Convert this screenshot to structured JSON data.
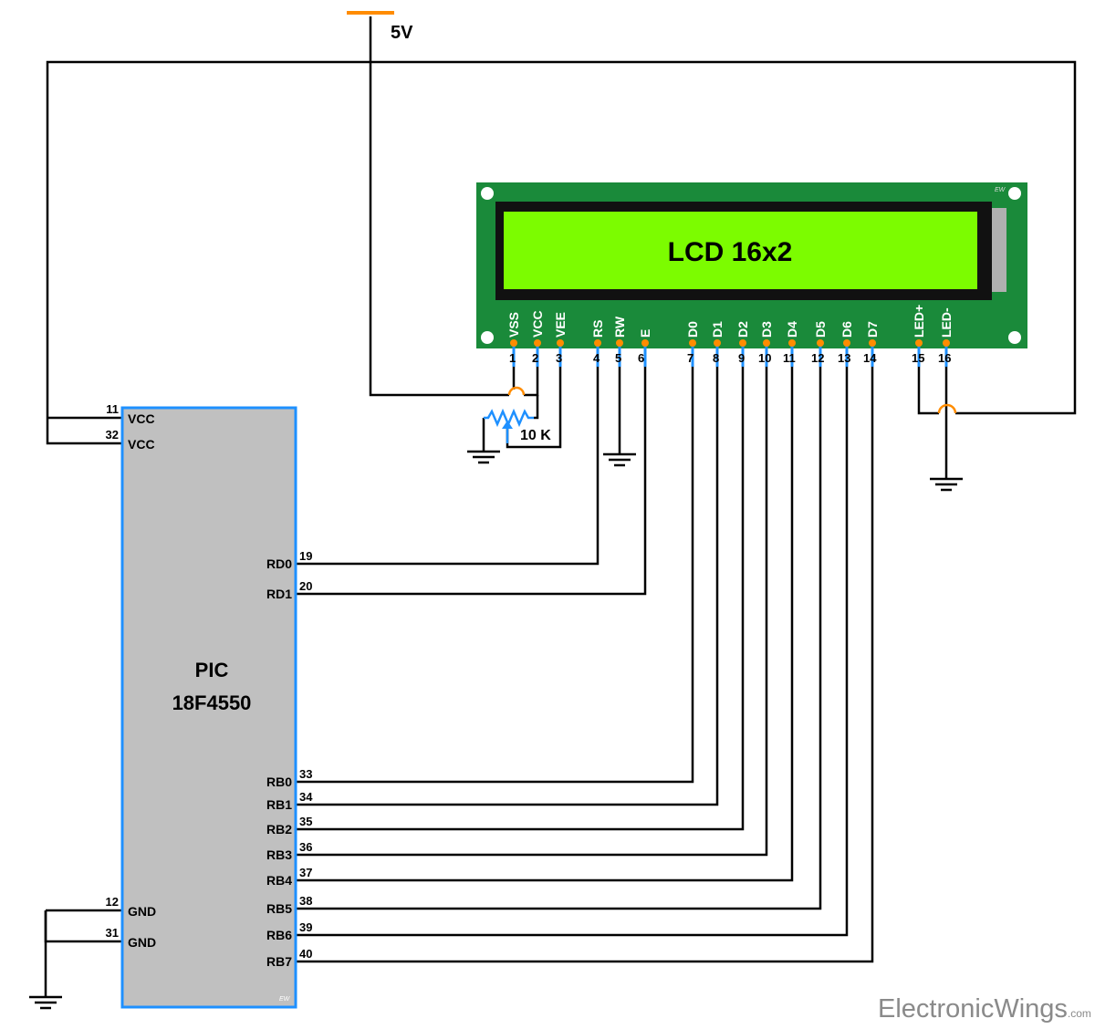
{
  "supply_label": "5V",
  "lcd": {
    "title": "LCD 16x2",
    "badge": "EW",
    "pins": [
      {
        "num": "1",
        "name": "VSS"
      },
      {
        "num": "2",
        "name": "VCC"
      },
      {
        "num": "3",
        "name": "VEE"
      },
      {
        "num": "4",
        "name": "RS"
      },
      {
        "num": "5",
        "name": "RW"
      },
      {
        "num": "6",
        "name": "E"
      },
      {
        "num": "7",
        "name": "D0"
      },
      {
        "num": "8",
        "name": "D1"
      },
      {
        "num": "9",
        "name": "D2"
      },
      {
        "num": "10",
        "name": "D3"
      },
      {
        "num": "11",
        "name": "D4"
      },
      {
        "num": "12",
        "name": "D5"
      },
      {
        "num": "13",
        "name": "D6"
      },
      {
        "num": "14",
        "name": "D7"
      },
      {
        "num": "15",
        "name": "LED+"
      },
      {
        "num": "16",
        "name": "LED-"
      }
    ]
  },
  "pot_label": "10 K",
  "mcu": {
    "name": "PIC",
    "model": "18F4550",
    "badge": "EW",
    "left_pins": [
      {
        "num": "11",
        "name": "VCC"
      },
      {
        "num": "32",
        "name": "VCC"
      },
      {
        "num": "12",
        "name": "GND"
      },
      {
        "num": "31",
        "name": "GND"
      }
    ],
    "right_pins": [
      {
        "num": "19",
        "name": "RD0"
      },
      {
        "num": "20",
        "name": "RD1"
      },
      {
        "num": "33",
        "name": "RB0"
      },
      {
        "num": "34",
        "name": "RB1"
      },
      {
        "num": "35",
        "name": "RB2"
      },
      {
        "num": "36",
        "name": "RB3"
      },
      {
        "num": "37",
        "name": "RB4"
      },
      {
        "num": "38",
        "name": "RB5"
      },
      {
        "num": "39",
        "name": "RB6"
      },
      {
        "num": "40",
        "name": "RB7"
      }
    ]
  },
  "watermark": {
    "main": "ElectronicWings",
    "suffix": ".com"
  },
  "colors": {
    "lcd_board": "#1a8a3a",
    "lcd_screen": "#7cfc00",
    "mcu_body": "#c0c0c0",
    "mcu_border": "#1e90ff",
    "pin_dot": "#ff8c00",
    "pin_stub": "#1e90ff",
    "supply": "#ff8c00",
    "wire": "#000000"
  }
}
